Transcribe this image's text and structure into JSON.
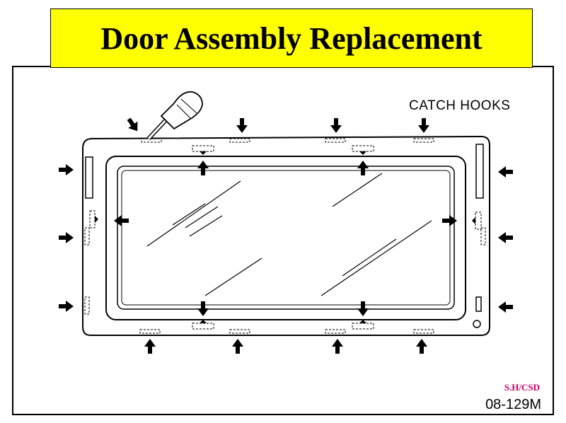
{
  "title": "Door Assembly Replacement",
  "diagram": {
    "label": "CATCH HOOKS",
    "credit": "S.H/CSD",
    "figure_number": "08-129M"
  },
  "colors": {
    "title_background": "#ffff00",
    "credit": "#cc0066",
    "line": "#000000"
  },
  "icons": [
    "screwdriver-icon",
    "arrow-icon",
    "catch-hook-icon"
  ]
}
